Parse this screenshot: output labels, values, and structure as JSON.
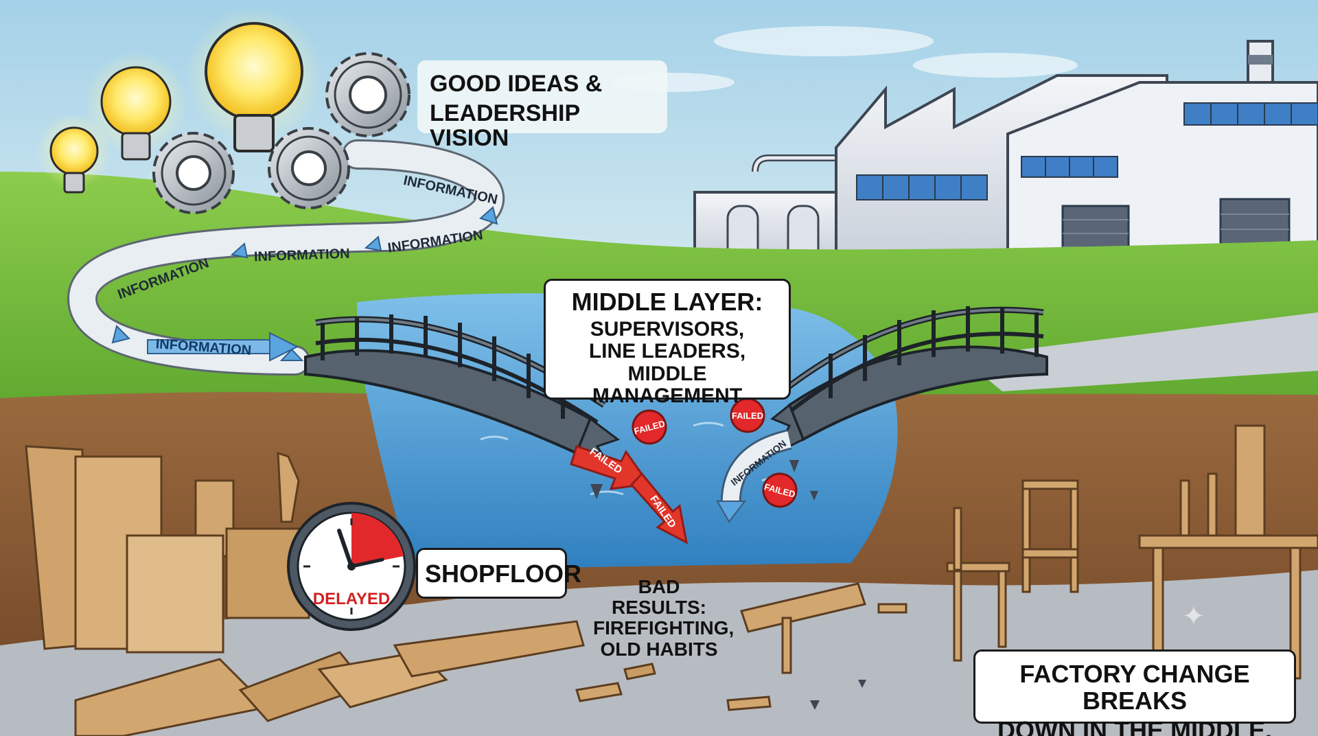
{
  "header": {
    "line1": "GOOD IDEAS &",
    "line2": "LEADERSHIP VISION"
  },
  "flow": {
    "label": "INFORMATION"
  },
  "middle_layer": {
    "title": "MIDDLE LAYER:",
    "items": [
      "SUPERVISORS,",
      "LINE LEADERS,",
      "MIDDLE MANAGEMENT"
    ]
  },
  "failed_label": "FAILED",
  "clock": {
    "label": "DELAYED"
  },
  "shopfloor": {
    "label": "SHOPFLOOR"
  },
  "bad_results": {
    "lines": [
      "BAD RESULTS:",
      "FIREFIGHTING,",
      "OLD HABITS"
    ]
  },
  "conclusion": {
    "line1": "FACTORY CHANGE BREAKS",
    "line2": "DOWN IN THE MIDDLE."
  },
  "colors": {
    "sky_top": "#a9d4ea",
    "grass": "#79bd3f",
    "soil": "#8b5a34",
    "water": "#4f9fd6",
    "bridge": "#56626e",
    "failed_red": "#e2282a",
    "info_blue": "#5aa4df",
    "wood": "#d2a66f"
  },
  "icons": [
    "lightbulb-icon",
    "gear-icon",
    "clock-icon",
    "factory-illustration",
    "broken-bridge",
    "broken-furniture"
  ]
}
